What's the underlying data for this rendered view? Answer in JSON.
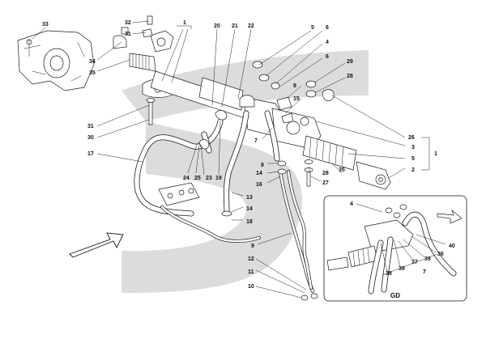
{
  "colors": {
    "watermark": "#dcdcdc",
    "line": "#1a1a1a",
    "text": "#111111",
    "background": "#ffffff"
  },
  "detail_view": {
    "caption": "GD"
  },
  "callouts": [
    {
      "id": "c1a",
      "label": "1"
    },
    {
      "id": "c1b",
      "label": "1"
    },
    {
      "id": "c2",
      "label": "2"
    },
    {
      "id": "c3",
      "label": "3"
    },
    {
      "id": "c4a",
      "label": "4"
    },
    {
      "id": "c4b",
      "label": "4"
    },
    {
      "id": "c5",
      "label": "5"
    },
    {
      "id": "c6a",
      "label": "6"
    },
    {
      "id": "c6b",
      "label": "6"
    },
    {
      "id": "c7a",
      "label": "7"
    },
    {
      "id": "c7b",
      "label": "7"
    },
    {
      "id": "c8a",
      "label": "8"
    },
    {
      "id": "c8b",
      "label": "8"
    },
    {
      "id": "c9",
      "label": "9"
    },
    {
      "id": "c10",
      "label": "10"
    },
    {
      "id": "c11",
      "label": "11"
    },
    {
      "id": "c12",
      "label": "12"
    },
    {
      "id": "c13",
      "label": "13"
    },
    {
      "id": "c14a",
      "label": "14"
    },
    {
      "id": "c14b",
      "label": "14"
    },
    {
      "id": "c15",
      "label": "15"
    },
    {
      "id": "c16",
      "label": "16"
    },
    {
      "id": "c17",
      "label": "17"
    },
    {
      "id": "c18",
      "label": "18"
    },
    {
      "id": "c19",
      "label": "19"
    },
    {
      "id": "c20",
      "label": "20"
    },
    {
      "id": "c21",
      "label": "21"
    },
    {
      "id": "c22",
      "label": "22"
    },
    {
      "id": "c23",
      "label": "23"
    },
    {
      "id": "c24",
      "label": "24"
    },
    {
      "id": "c25",
      "label": "25"
    },
    {
      "id": "c26",
      "label": "26"
    },
    {
      "id": "c27",
      "label": "27"
    },
    {
      "id": "c28a",
      "label": "28"
    },
    {
      "id": "c28b",
      "label": "28"
    },
    {
      "id": "c29",
      "label": "29"
    },
    {
      "id": "c30",
      "label": "30"
    },
    {
      "id": "c31a",
      "label": "31"
    },
    {
      "id": "c31b",
      "label": "31"
    },
    {
      "id": "c32",
      "label": "32"
    },
    {
      "id": "c33",
      "label": "33"
    },
    {
      "id": "c34",
      "label": "34"
    },
    {
      "id": "c35a",
      "label": "35"
    },
    {
      "id": "c35b",
      "label": "35"
    },
    {
      "id": "c36",
      "label": "36"
    },
    {
      "id": "c37",
      "label": "37"
    },
    {
      "id": "c38",
      "label": "38"
    },
    {
      "id": "c39a",
      "label": "39"
    },
    {
      "id": "c39b",
      "label": "39"
    },
    {
      "id": "c40",
      "label": "40"
    }
  ]
}
